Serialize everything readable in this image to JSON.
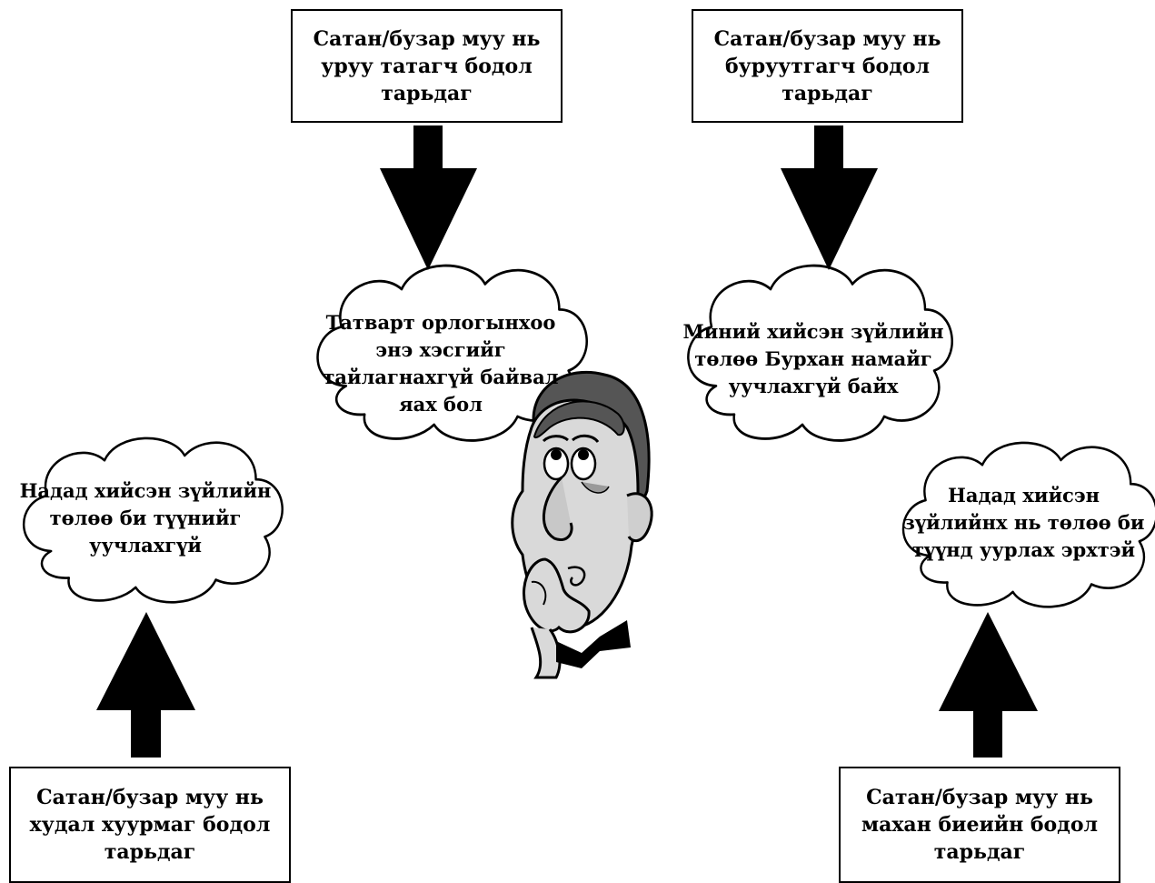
{
  "boxes": {
    "top_left": "Сатан/бузар муу нь уруу татагч бодол тарьдаг",
    "top_right": "Сатан/бузар муу нь буруутгагч  бодол тарьдаг",
    "bottom_left": "Сатан/бузар муу нь худал хуурмаг бодол тарьдаг",
    "bottom_right": "Сатан/бузар муу нь махан биеийн бодол тарьдаг"
  },
  "clouds": {
    "center_left": "Татварт орлогынхоо энэ хэсгийг тайлагнахгүй байвал яах бол",
    "center_right": "Миний хийсэн зүйлийн төлөө Бурхан намайг уучлахгүй байх",
    "far_left": "Надад хийсэн зүйлийн төлөө би түүнийг уучлахгүй",
    "far_right": "Надад хийсэн зүйлийнх нь төлөө би түүнд уурлах эрхтэй"
  },
  "colors": {
    "ink": "#000000",
    "skin": "#d9d9d9",
    "hair": "#555555"
  }
}
